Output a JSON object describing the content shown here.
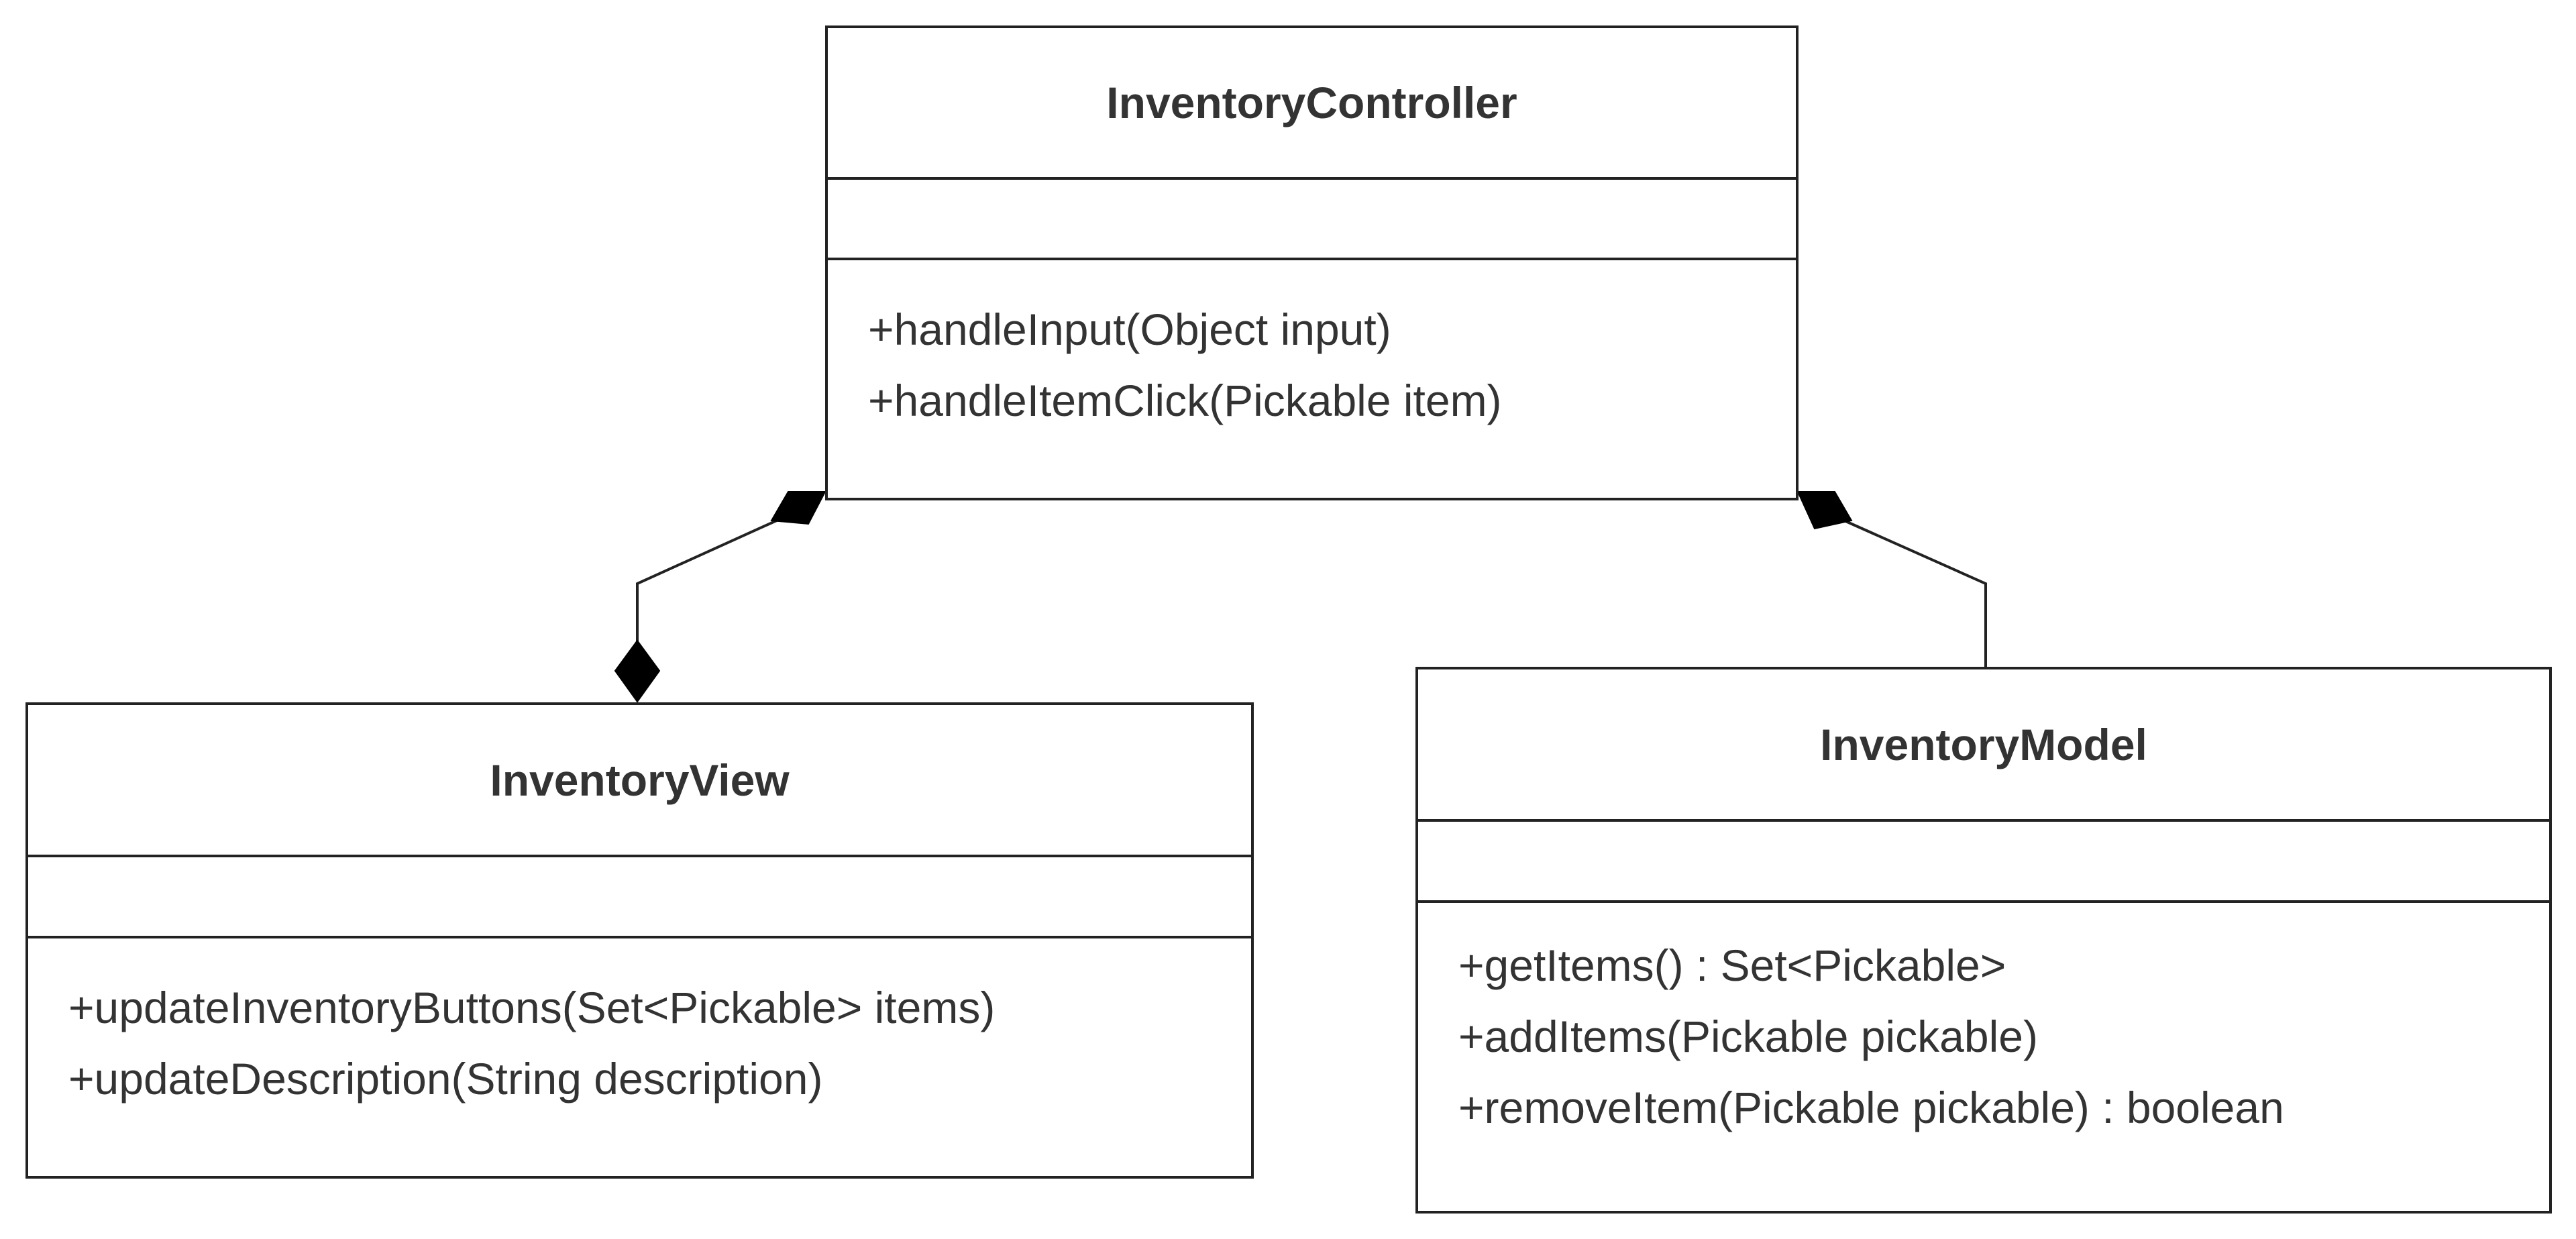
{
  "diagram": {
    "classes": {
      "controller": {
        "name": "InventoryController",
        "attributes": [],
        "operations": [
          "+handleInput(Object input)",
          "+handleItemClick(Pickable item)"
        ]
      },
      "view": {
        "name": "InventoryView",
        "attributes": [],
        "operations": [
          "+updateInventoryButtons(Set<Pickable> items)",
          "+updateDescription(String description)"
        ]
      },
      "model": {
        "name": "InventoryModel",
        "attributes": [],
        "operations": [
          "+getItems() : Set<Pickable>",
          "+addItems(Pickable pickable)",
          "+removeItem(Pickable pickable) : boolean"
        ]
      }
    },
    "relationships": [
      {
        "type": "composition",
        "whole": "controller",
        "part": "view",
        "both_ends_filled": true
      },
      {
        "type": "composition",
        "whole": "controller",
        "part": "model",
        "both_ends_filled": false
      }
    ],
    "colors": {
      "line": "#222222",
      "text": "#333333",
      "background": "#ffffff"
    }
  }
}
